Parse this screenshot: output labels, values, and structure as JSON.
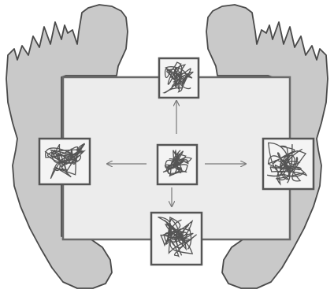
{
  "colors": {
    "background": "#ffffff",
    "foot_fill": "#c9c9c9",
    "foot_stroke": "#4a4a4a",
    "mat_fill": "#ececec",
    "mat_stroke": "#6a6a6a",
    "tile_fill": "#f4f4f4",
    "tile_stroke": "#555555",
    "scribble": "#555555",
    "arrow": "#7a7a7a"
  },
  "icons": {
    "left_foot": "left-foot-icon",
    "right_foot": "right-foot-icon",
    "texture_tile": "tangled-texture-icon",
    "arrow": "arrow-icon"
  },
  "diagram": {
    "tiles": [
      {
        "id": "center",
        "position": "center"
      },
      {
        "id": "top",
        "position": "top"
      },
      {
        "id": "left",
        "position": "left"
      },
      {
        "id": "right",
        "position": "right"
      },
      {
        "id": "bottom",
        "position": "bottom"
      }
    ],
    "arrows": [
      {
        "from": "center",
        "to": "top"
      },
      {
        "from": "center",
        "to": "left"
      },
      {
        "from": "center",
        "to": "right"
      },
      {
        "from": "center",
        "to": "bottom"
      }
    ]
  }
}
